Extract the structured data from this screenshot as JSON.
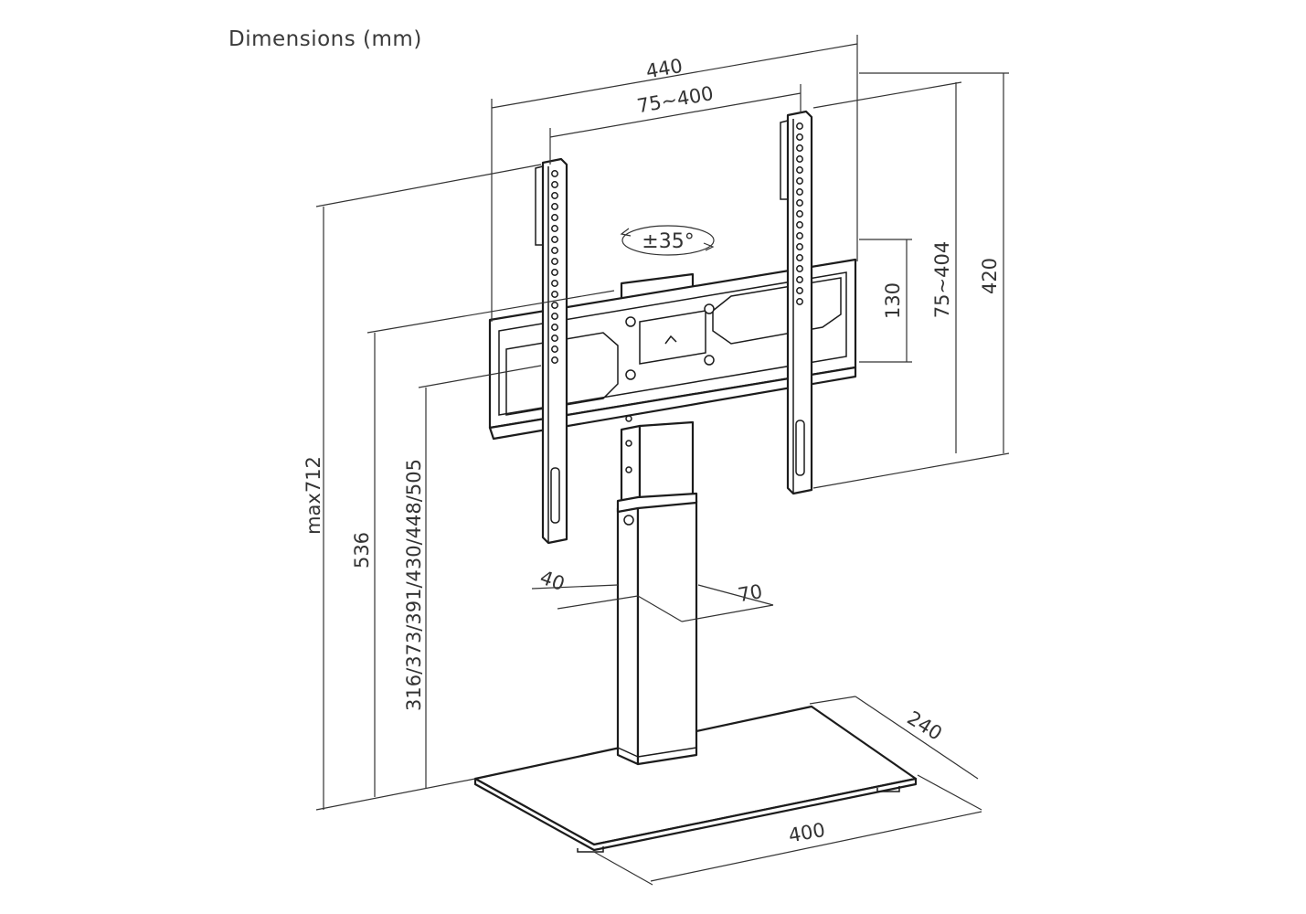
{
  "title": "Dimensions (mm)",
  "dimensions": {
    "overall_width": "440",
    "vesa_horizontal": "75~400",
    "rotation": "±35°",
    "plate_height": "130",
    "vesa_vertical": "75~404",
    "bracket_height": "420",
    "max_height": "max712",
    "height_536": "536",
    "height_options": "316/373/391/430/448/505",
    "pole_depth": "40",
    "pole_width": "70",
    "base_depth": "240",
    "base_width": "400"
  }
}
